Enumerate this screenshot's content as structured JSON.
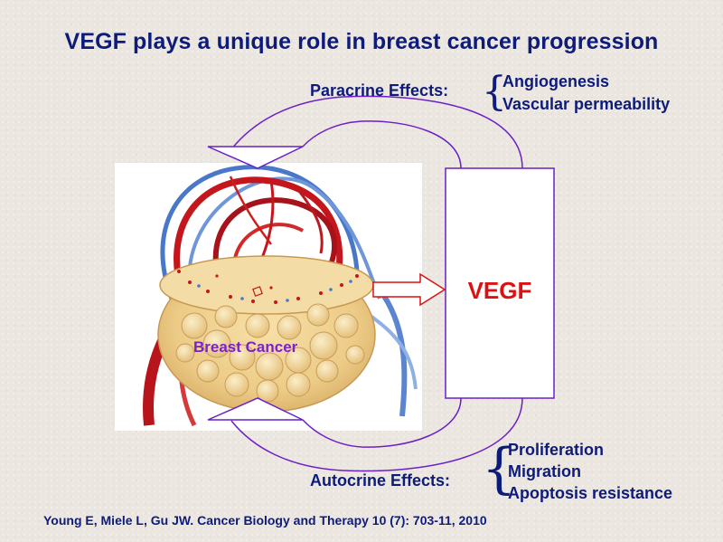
{
  "title": "VEGF plays a unique role in breast cancer progression",
  "paracrine": {
    "label": "Paracrine Effects:",
    "effects": [
      "Angiogenesis",
      "Vascular permeability"
    ]
  },
  "autocrine": {
    "label": "Autocrine Effects:",
    "effects": [
      "Proliferation",
      "Migration",
      "Apoptosis resistance"
    ]
  },
  "vegf_label": "VEGF",
  "tumor_label": "Breast Cancer",
  "citation": "Young E, Miele L, Gu JW. Cancer Biology and Therapy 10 (7): 703-11, 2010",
  "colors": {
    "title_text": "#0d1b7a",
    "arrow_stroke": "#6a1fc9",
    "vegf_text": "#dd1111",
    "tumor_label": "#7a22cc",
    "background": "#ece6e1"
  }
}
